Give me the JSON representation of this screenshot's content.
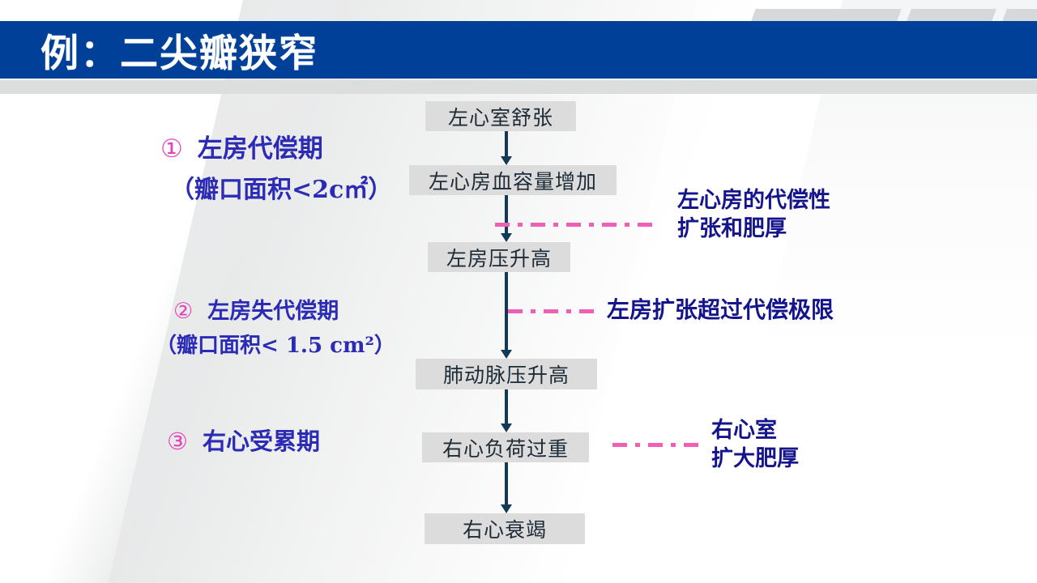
{
  "slide": {
    "title": "例：二尖瓣狭窄",
    "banner_color": "#004098",
    "accent_pink": "#ef5fb5",
    "node_fill": "#dcdcdc",
    "arrow_color": "#123a56",
    "stage_text_color": "#2b2bb5",
    "annotation_color": "#14148c"
  },
  "stages": [
    {
      "number": "①",
      "title": "左房代偿期",
      "subtitle": "（瓣口面积<2c㎡）"
    },
    {
      "number": "②",
      "title": "左房失代偿期",
      "subtitle": "（瓣口面积< 1.5 cm²）"
    },
    {
      "number": "③",
      "title": "右心受累期",
      "subtitle": ""
    }
  ],
  "flow": {
    "nodes": [
      {
        "id": "node1",
        "label": "左心室舒张"
      },
      {
        "id": "node2",
        "label": "左心房血容量增加"
      },
      {
        "id": "node3",
        "label": "左房压升高"
      },
      {
        "id": "node4",
        "label": "肺动脉压升高"
      },
      {
        "id": "node5",
        "label": "右心负荷过重"
      },
      {
        "id": "node6",
        "label": "右心衰竭"
      }
    ],
    "arrow_count": 5,
    "connector_count": 3
  },
  "annotations": [
    {
      "id": "annot1",
      "line1": "左心房的代偿性",
      "line2": "扩张和肥厚"
    },
    {
      "id": "annot2",
      "line1": "左房扩张超过代偿极限",
      "line2": ""
    },
    {
      "id": "annot3",
      "line1": "右心室",
      "line2": "扩大肥厚"
    }
  ]
}
